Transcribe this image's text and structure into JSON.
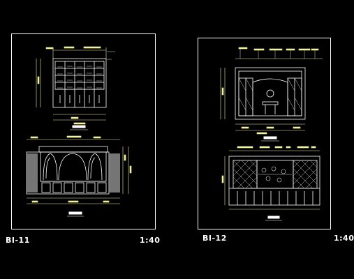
{
  "sheets": [
    {
      "code": "BI-11",
      "scale": "1:40"
    },
    {
      "code": "BI-12",
      "scale": "1:40"
    }
  ],
  "colors": {
    "background": "#000000",
    "frame": "#ffffff",
    "geometry": "#ffffff",
    "dimension": "#f2f2a0",
    "annotation": "#d7d7d7",
    "hatch": "#c8c8c8"
  }
}
